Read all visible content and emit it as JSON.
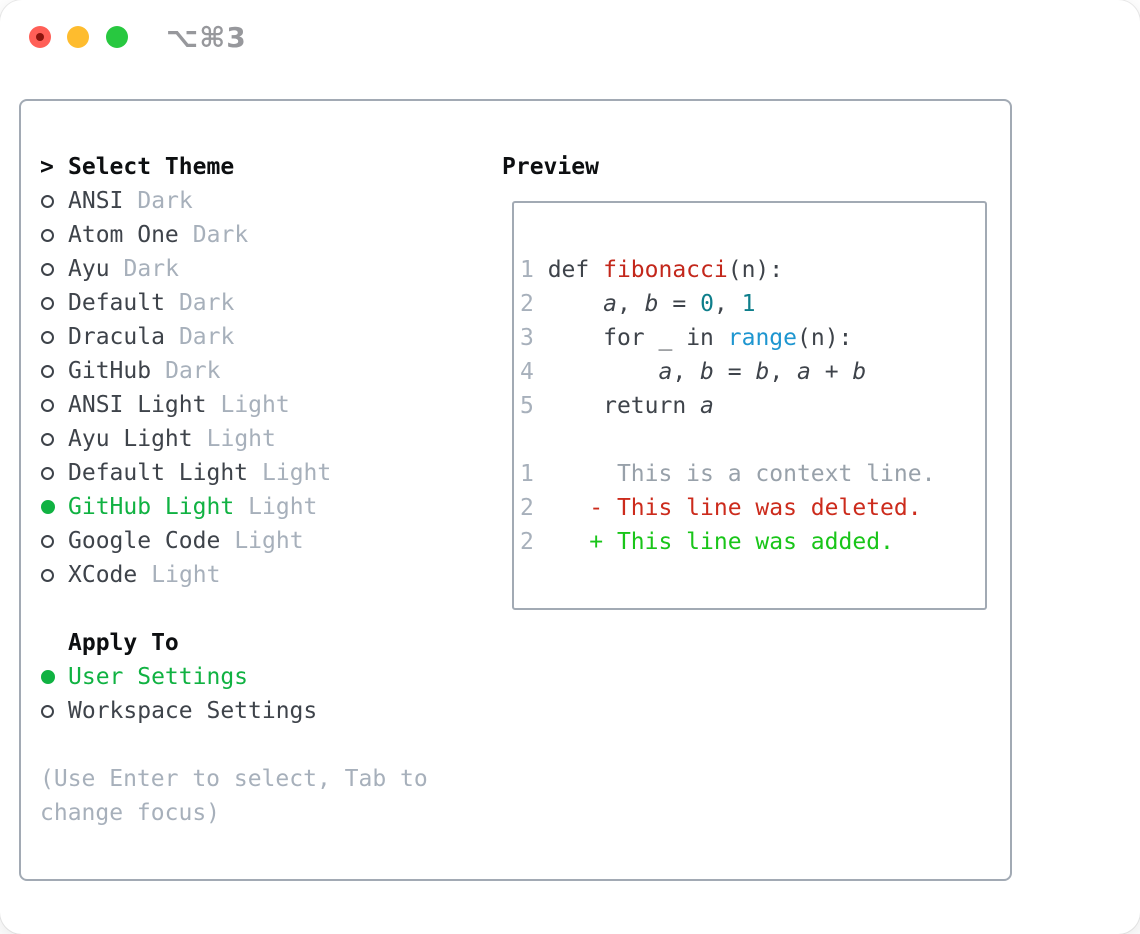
{
  "window": {
    "title": "⌥⌘3"
  },
  "titlebar_buttons": {
    "close": "close-button",
    "minimize": "minimize-button",
    "zoom": "zoom-button"
  },
  "theme_list": {
    "prompt": ">",
    "header": "Select Theme",
    "items": [
      {
        "name": "ANSI",
        "variant": "Dark",
        "selected": false
      },
      {
        "name": "Atom One",
        "variant": "Dark",
        "selected": false
      },
      {
        "name": "Ayu",
        "variant": "Dark",
        "selected": false
      },
      {
        "name": "Default",
        "variant": "Dark",
        "selected": false
      },
      {
        "name": "Dracula",
        "variant": "Dark",
        "selected": false
      },
      {
        "name": "GitHub",
        "variant": "Dark",
        "selected": false
      },
      {
        "name": "ANSI Light",
        "variant": "Light",
        "selected": false
      },
      {
        "name": "Ayu Light",
        "variant": "Light",
        "selected": false
      },
      {
        "name": "Default Light",
        "variant": "Light",
        "selected": false
      },
      {
        "name": "GitHub Light",
        "variant": "Light",
        "selected": true
      },
      {
        "name": "Google Code",
        "variant": "Light",
        "selected": false
      },
      {
        "name": "XCode",
        "variant": "Light",
        "selected": false
      }
    ]
  },
  "apply_to": {
    "header": "Apply To",
    "items": [
      {
        "name": "User Settings",
        "selected": true
      },
      {
        "name": "Workspace Settings",
        "selected": false
      }
    ]
  },
  "hint": "(Use Enter to select, Tab to change focus)",
  "preview": {
    "header": "Preview",
    "lines": [
      {
        "tokens": [
          {
            "t": "1 ",
            "c": "lineno"
          },
          {
            "t": "def ",
            "c": "kw"
          },
          {
            "t": "fibonacci",
            "c": "fn"
          },
          {
            "t": "(n):",
            "c": "plain"
          }
        ]
      },
      {
        "tokens": [
          {
            "t": "2 ",
            "c": "lineno"
          },
          {
            "t": "    ",
            "c": "plain"
          },
          {
            "t": "a",
            "c": "var"
          },
          {
            "t": ", ",
            "c": "plain"
          },
          {
            "t": "b",
            "c": "var"
          },
          {
            "t": " = ",
            "c": "plain"
          },
          {
            "t": "0",
            "c": "num"
          },
          {
            "t": ", ",
            "c": "plain"
          },
          {
            "t": "1",
            "c": "num"
          }
        ]
      },
      {
        "tokens": [
          {
            "t": "3 ",
            "c": "lineno"
          },
          {
            "t": "    ",
            "c": "plain"
          },
          {
            "t": "for",
            "c": "kw"
          },
          {
            "t": " _ ",
            "c": "plain"
          },
          {
            "t": "in",
            "c": "kw"
          },
          {
            "t": " ",
            "c": "plain"
          },
          {
            "t": "range",
            "c": "builtin"
          },
          {
            "t": "(n):",
            "c": "plain"
          }
        ]
      },
      {
        "tokens": [
          {
            "t": "4 ",
            "c": "lineno"
          },
          {
            "t": "        ",
            "c": "plain"
          },
          {
            "t": "a",
            "c": "var"
          },
          {
            "t": ", ",
            "c": "plain"
          },
          {
            "t": "b",
            "c": "var"
          },
          {
            "t": " = ",
            "c": "plain"
          },
          {
            "t": "b",
            "c": "var"
          },
          {
            "t": ", ",
            "c": "plain"
          },
          {
            "t": "a",
            "c": "var"
          },
          {
            "t": " + ",
            "c": "plain"
          },
          {
            "t": "b",
            "c": "var"
          }
        ]
      },
      {
        "tokens": [
          {
            "t": "5 ",
            "c": "lineno"
          },
          {
            "t": "    ",
            "c": "plain"
          },
          {
            "t": "return",
            "c": "kw"
          },
          {
            "t": " ",
            "c": "plain"
          },
          {
            "t": "a",
            "c": "var"
          }
        ]
      },
      {
        "tokens": []
      },
      {
        "tokens": [
          {
            "t": "1",
            "c": "lineno"
          },
          {
            "t": "      This is a context line.",
            "c": "ctx"
          }
        ]
      },
      {
        "tokens": [
          {
            "t": "2",
            "c": "lineno"
          },
          {
            "t": "    ",
            "c": "plain"
          },
          {
            "t": "- This line was deleted.",
            "c": "del"
          }
        ]
      },
      {
        "tokens": [
          {
            "t": "2",
            "c": "lineno"
          },
          {
            "t": "    ",
            "c": "plain"
          },
          {
            "t": "+ This line was added.",
            "c": "add"
          }
        ]
      }
    ]
  },
  "colors": {
    "text": "#3e434a",
    "heading": "#0d0f11",
    "muted": "#a7b0bb",
    "accent_green": "#10b242",
    "lineno": "#a7b0bb",
    "function_red": "#c3271b",
    "number_teal": "#0e7e8b",
    "builtin_blue": "#1e96d0",
    "diff_context": "#98a1aa",
    "diff_deleted": "#cc2b1c",
    "diff_added": "#19c519",
    "panel_border": "#a2aab4",
    "traffic_red": "#ff5f57",
    "traffic_yellow": "#febc2e",
    "traffic_green": "#28c840",
    "title_gray": "#97989c"
  }
}
